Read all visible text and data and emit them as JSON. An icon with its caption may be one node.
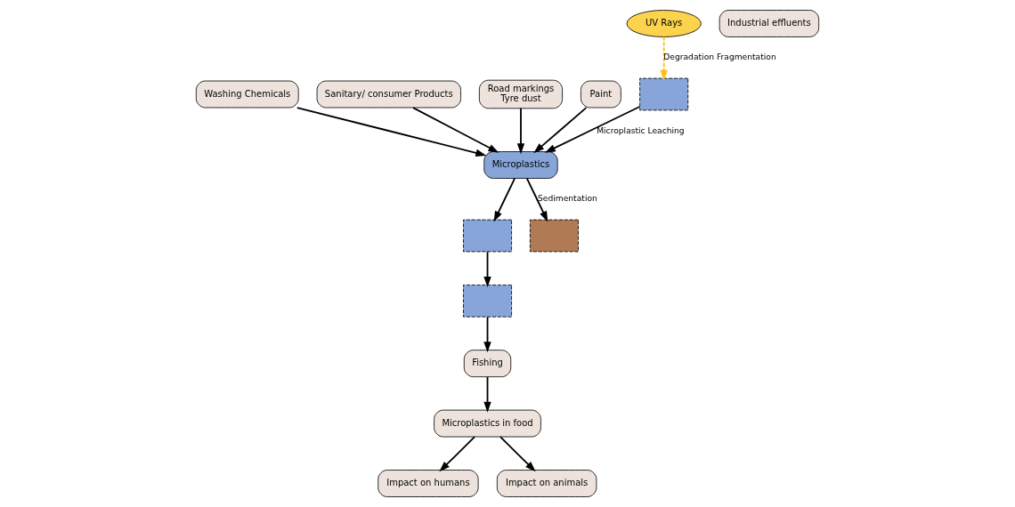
{
  "diagram": {
    "nodes": [
      {
        "text": [
          "Microplastics in food"
        ]
      },
      {
        "text": [
          "Impact on humans"
        ]
      },
      {
        "text": [
          "Impact on animals"
        ]
      },
      {
        "text": [
          "Fishing"
        ]
      },
      {
        "text": [
          "Washing Chemicals"
        ]
      },
      {
        "text": [
          "Sanitary/ consumer Products"
        ]
      },
      {
        "text": [
          "Road markings",
          "Tyre dust"
        ]
      },
      {
        "text": [
          "Paint"
        ]
      },
      {
        "text": [
          "Industrial effluents"
        ]
      },
      {
        "text": [
          "UV Rays"
        ]
      },
      {
        "text": [],
        "shape": "box"
      },
      {
        "text": [
          "Microplastics"
        ]
      },
      {
        "text": [],
        "shape": "box"
      },
      {
        "text": [],
        "shape": "box"
      },
      {
        "text": [],
        "shape": "box"
      }
    ],
    "edges": [
      {
        "from": 13,
        "to": 3,
        "arrow": "to"
      },
      {
        "from": 3,
        "to": 0,
        "arrow": "to"
      },
      {
        "from": 0,
        "to": 2,
        "arrow": "to"
      },
      {
        "from": 0,
        "to": 1,
        "arrow": "to"
      },
      {
        "from": 9,
        "to": 10,
        "arrow": "to",
        "label": "Degradation Fragmentation",
        "style": "dashed",
        "color": "#fbbf16"
      },
      {
        "from": 4,
        "to": 11,
        "arrow": "to"
      },
      {
        "from": 5,
        "to": 11,
        "arrow": "to"
      },
      {
        "from": 6,
        "to": 11,
        "arrow": "to"
      },
      {
        "from": 7,
        "to": 11,
        "arrow": "to"
      },
      {
        "from": 10,
        "to": 11,
        "arrow": "to",
        "label": "Microplastic Leaching"
      },
      {
        "from": 11,
        "to": 12,
        "arrow": "to"
      },
      {
        "from": 11,
        "to": 14,
        "arrow": "to",
        "label": "Sedimentation"
      },
      {
        "from": 12,
        "to": 13,
        "arrow": "to"
      }
    ]
  }
}
